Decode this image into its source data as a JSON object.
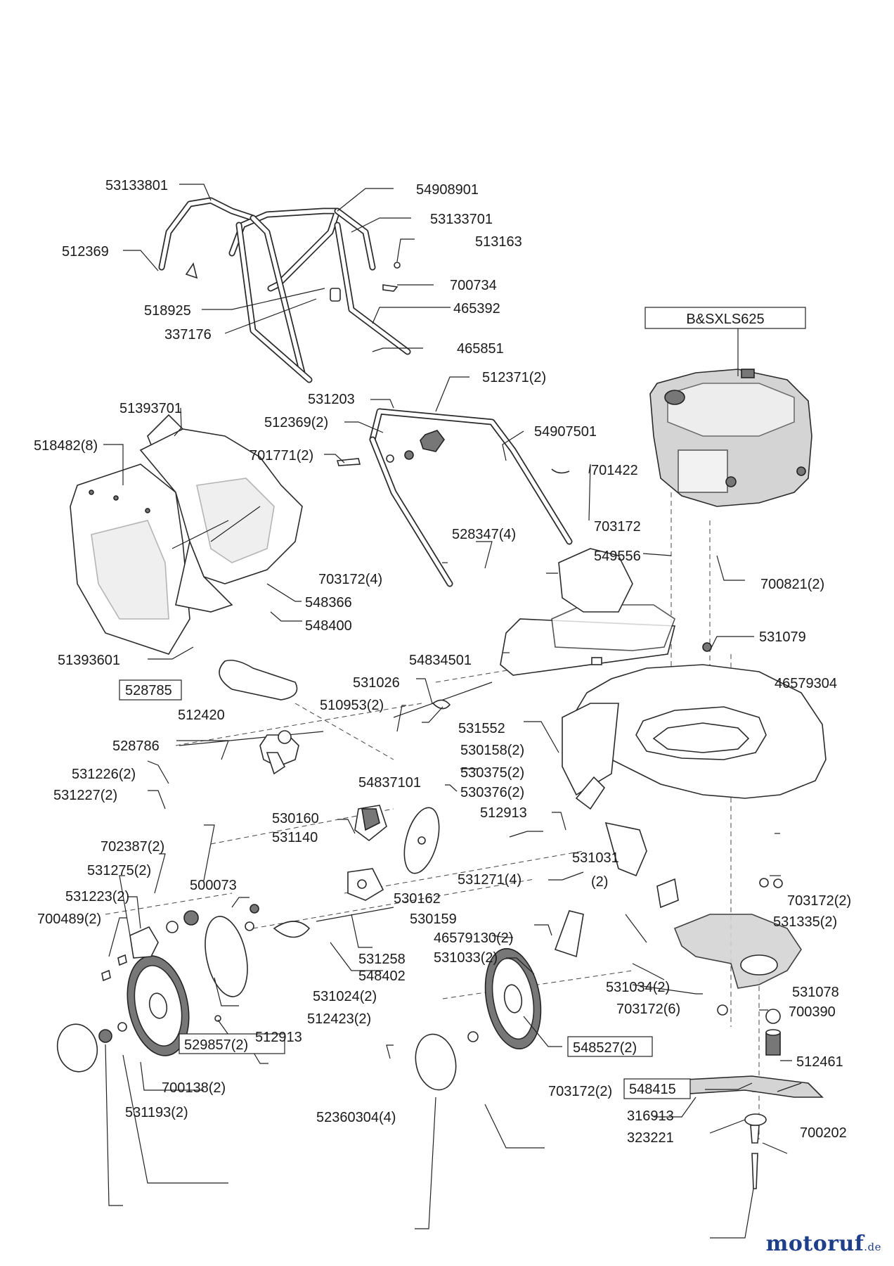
{
  "diagram": {
    "engine_label": "B&SXLS625",
    "labels": {
      "p53133801": "53133801",
      "p54908901": "54908901",
      "p53133701": "53133701",
      "p512369": "512369",
      "p513163": "513163",
      "p700734": "700734",
      "p518925": "518925",
      "p465392": "465392",
      "p337176": "337176",
      "p465851": "465851",
      "p531203": "531203",
      "p512371_2": "512371(2)",
      "p51393701": "51393701",
      "p512369_2": "512369(2)",
      "p54907501": "54907501",
      "p518482_8": "518482(8)",
      "p701771_2": "701771(2)",
      "p701422": "701422",
      "p703172_a": "703172",
      "p528347_4": "528347(4)",
      "p549556": "549556",
      "p700821_2": "700821(2)",
      "p703172_4": "703172(4)",
      "p548366": "548366",
      "p548400": "548400",
      "p531079": "531079",
      "p54834501": "54834501",
      "p51393601": "51393601",
      "p46579304": "46579304",
      "p531026": "531026",
      "p528785": "528785",
      "p510953_2": "510953(2)",
      "p531552": "531552",
      "p512420": "512420",
      "p530158_2": "530158(2)",
      "p528786": "528786",
      "p530375_2": "530375(2)",
      "p531226_2": "531226(2)",
      "p54837101": "54837101",
      "p530376_2": "530376(2)",
      "p531227_2": "531227(2)",
      "p512913_a": "512913",
      "p530160": "530160",
      "p531140": "531140",
      "p702387_2": "702387(2)",
      "p531031": "531031",
      "p2": "(2)",
      "p531275_2": "531275(2)",
      "p531271_4": "531271(4)",
      "p500073": "500073",
      "p530162": "530162",
      "p531223_2": "531223(2)",
      "p703172_2a": "703172(2)",
      "p530159": "530159",
      "p531335_2": "531335(2)",
      "p700489_2": "700489(2)",
      "p46579130_2": "46579130(2)",
      "p531258": "531258",
      "p531033_2": "531033(2)",
      "p548402": "548402",
      "p531078": "531078",
      "p531034_2": "531034(2)",
      "p531024_2": "531024(2)",
      "p703172_6": "703172(6)",
      "p700390": "700390",
      "p512423_2": "512423(2)",
      "p512913_b": "512913",
      "p548527_2": "548527(2)",
      "p512461": "512461",
      "p529857_2": "529857(2)",
      "p548415": "548415",
      "p700138_2": "700138(2)",
      "p703172_2b": "703172(2)",
      "p316913": "316913",
      "p700202": "700202",
      "p531193_2": "531193(2)",
      "p52360304_4": "52360304(4)",
      "p323221": "323221"
    }
  },
  "brand": {
    "logo": "motoruf",
    "tld": ".de",
    "color": "#1f3f8a"
  }
}
